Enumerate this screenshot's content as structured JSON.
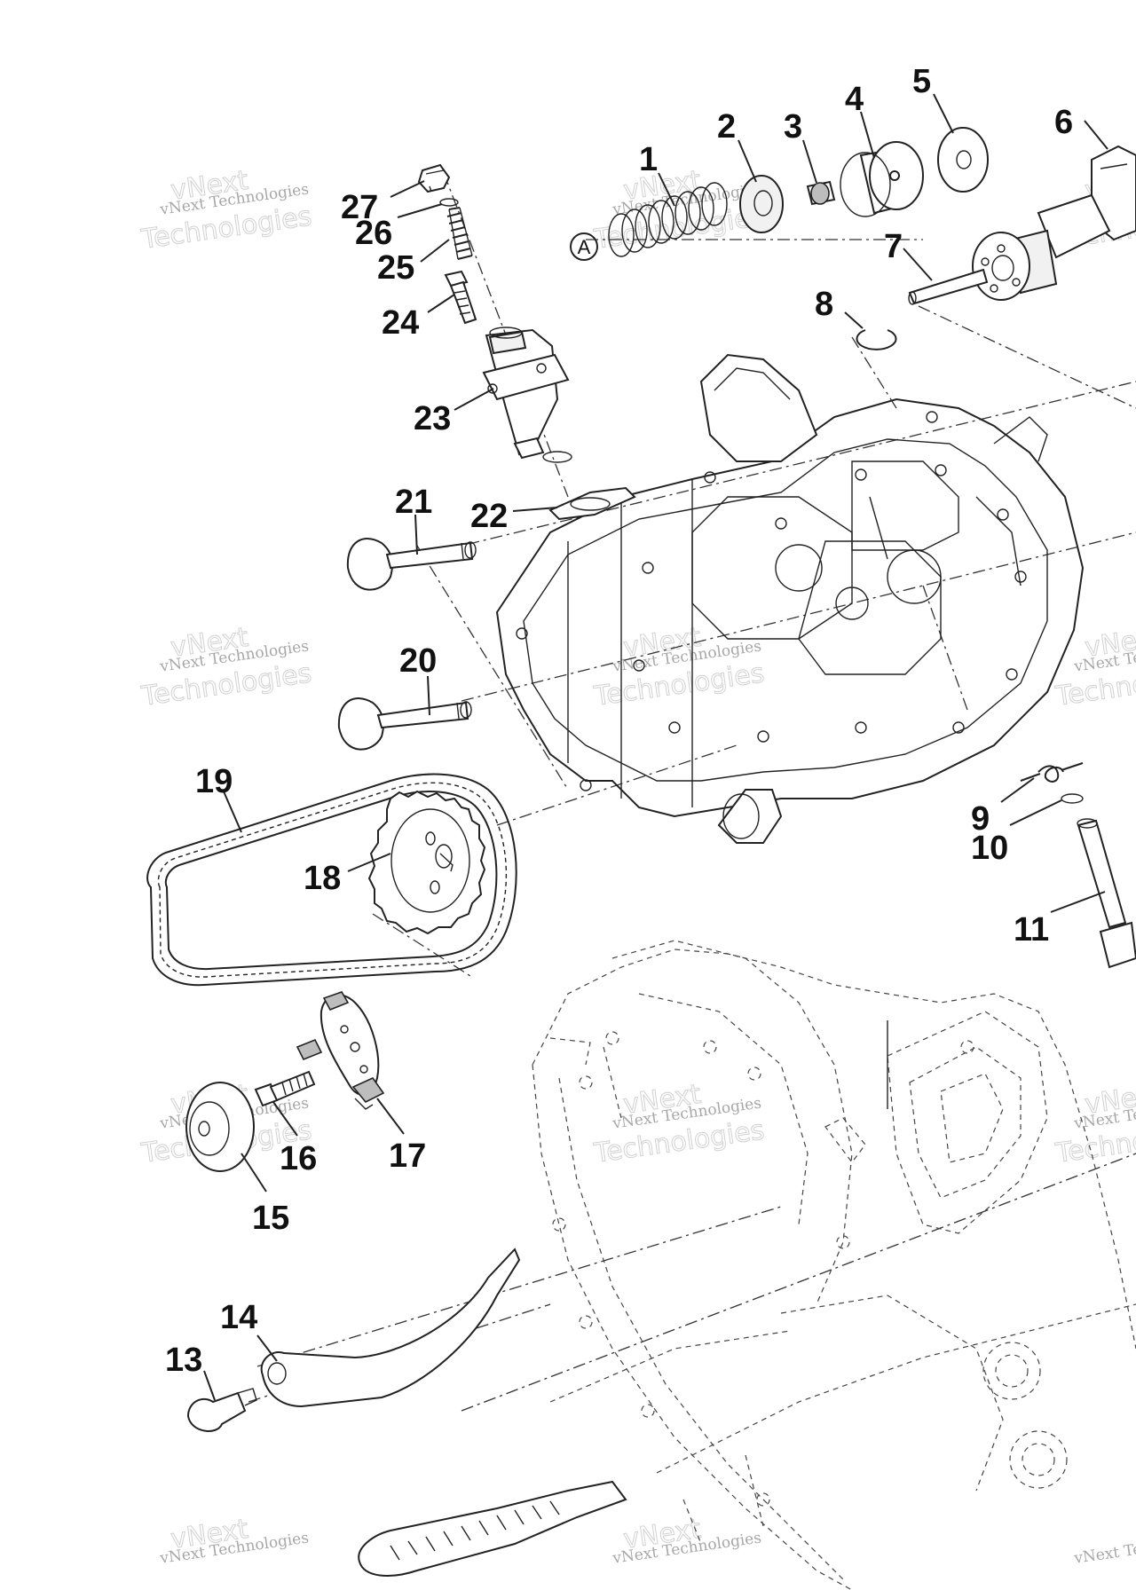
{
  "callouts": [
    "1",
    "2",
    "3",
    "4",
    "5",
    "6",
    "7",
    "8",
    "9",
    "10",
    "11",
    "13",
    "14",
    "15",
    "16",
    "17",
    "18",
    "19",
    "20",
    "21",
    "22",
    "23",
    "24",
    "25",
    "26",
    "27"
  ],
  "reference_letter": "A",
  "watermark": {
    "line1": "vNext Technologies",
    "line2": "vNext",
    "line3": "Technologies"
  }
}
